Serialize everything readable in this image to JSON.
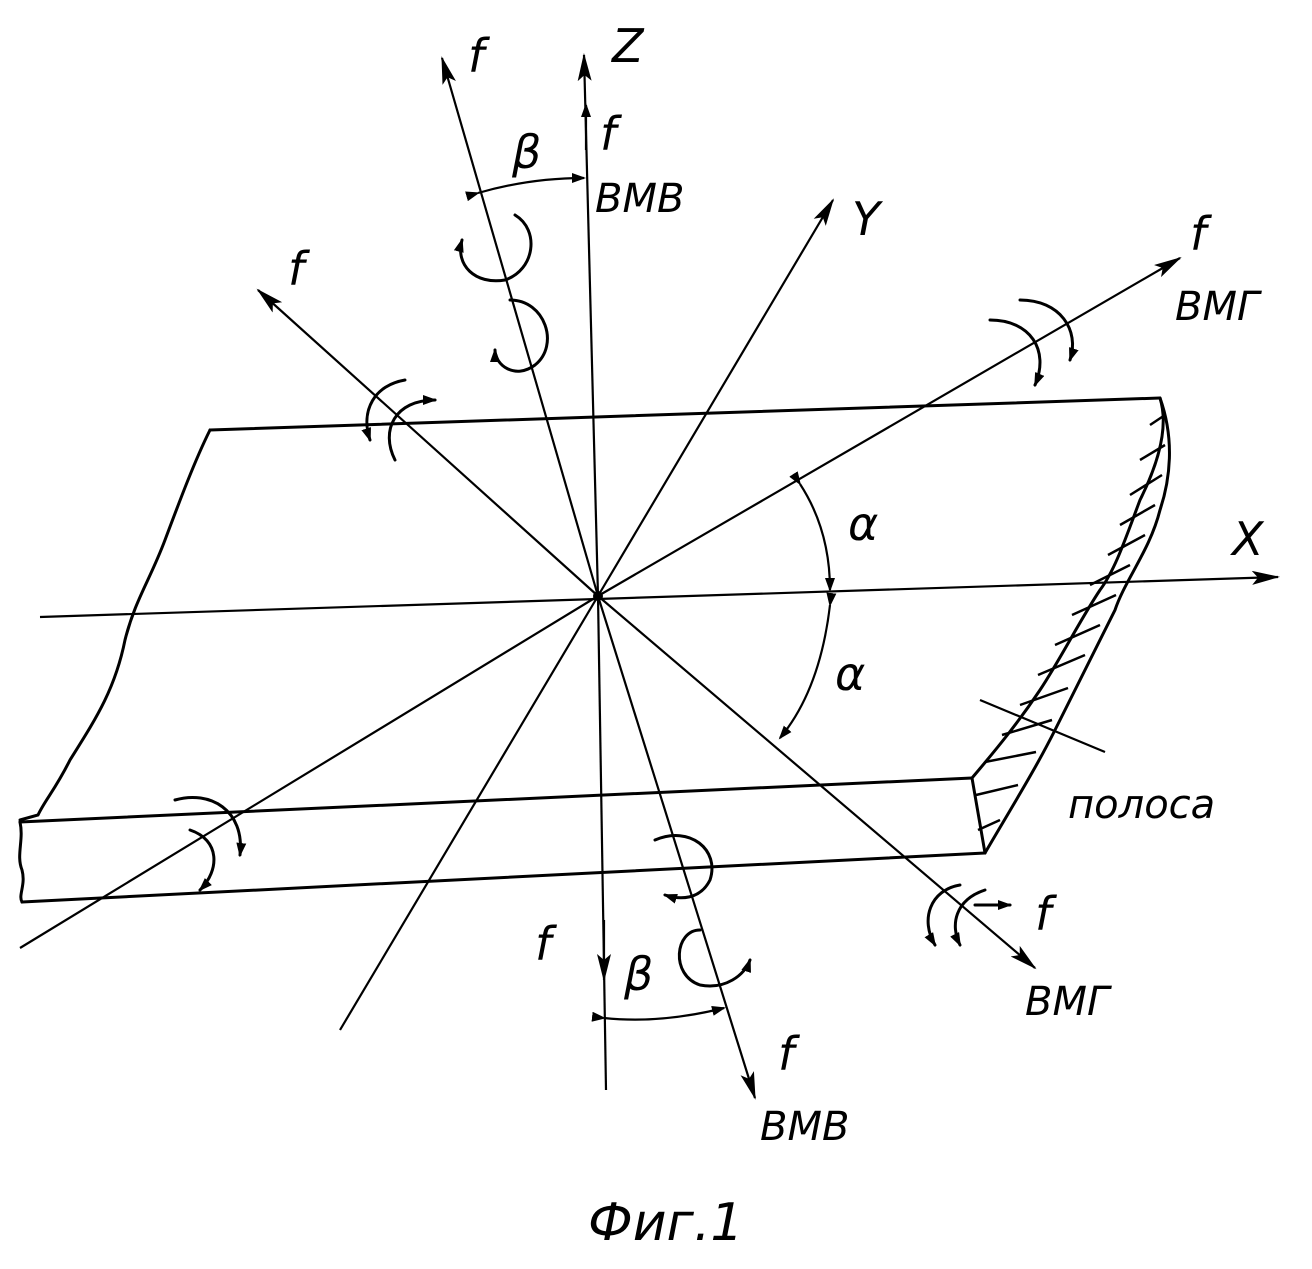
{
  "labels": {
    "axis_z": "Z",
    "axis_y": "Y",
    "axis_x": "X",
    "f": "f",
    "vmv": "ВМВ",
    "vmg": "ВМГ",
    "beta": "β",
    "alpha": "α",
    "strip": "полоса",
    "caption": "Фиг.1"
  }
}
